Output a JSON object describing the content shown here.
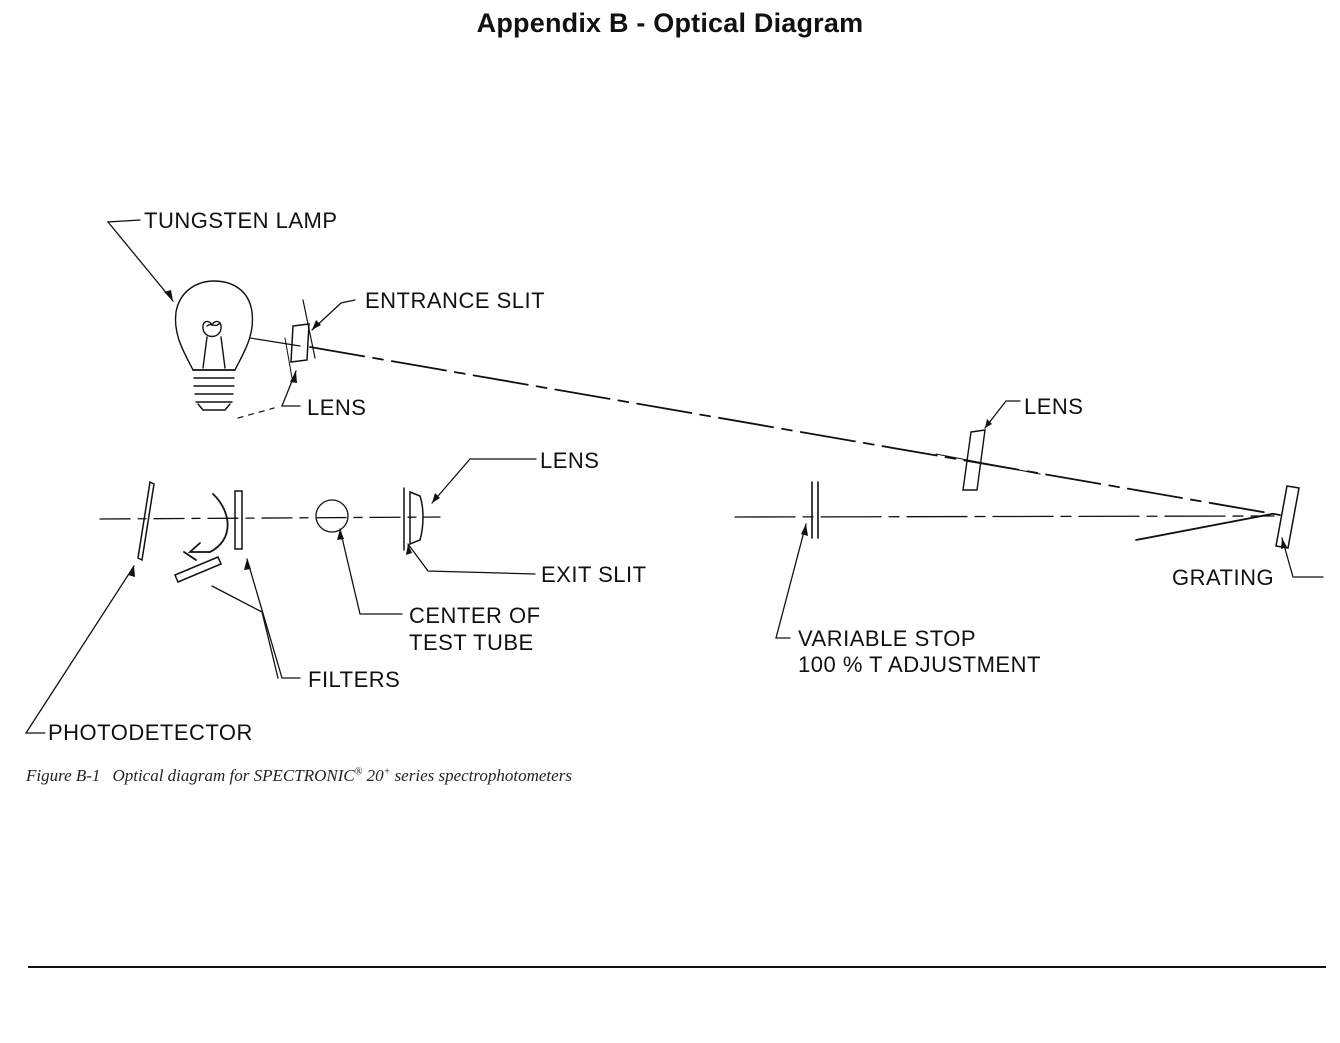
{
  "title": "Appendix B - Optical Diagram",
  "labels": {
    "tungsten_lamp": "TUNGSTEN LAMP",
    "entrance_slit": "ENTRANCE SLIT",
    "lens_lamp": "LENS",
    "lens_right": "LENS",
    "lens_exit": "LENS",
    "exit_slit": "EXIT SLIT",
    "grating": "GRATING",
    "center_of": "CENTER OF",
    "test_tube": "TEST TUBE",
    "variable_stop": "VARIABLE STOP",
    "adjustment": "100 % T ADJUSTMENT",
    "filters": "FILTERS",
    "photodetector": "PHOTODETECTOR"
  },
  "caption": {
    "figure": "Figure B-1",
    "text_before": "Optical diagram for SPECTRONIC",
    "reg_mark": "®",
    "model": " 20",
    "plus": "+",
    "text_after": " series spectrophotometers"
  }
}
